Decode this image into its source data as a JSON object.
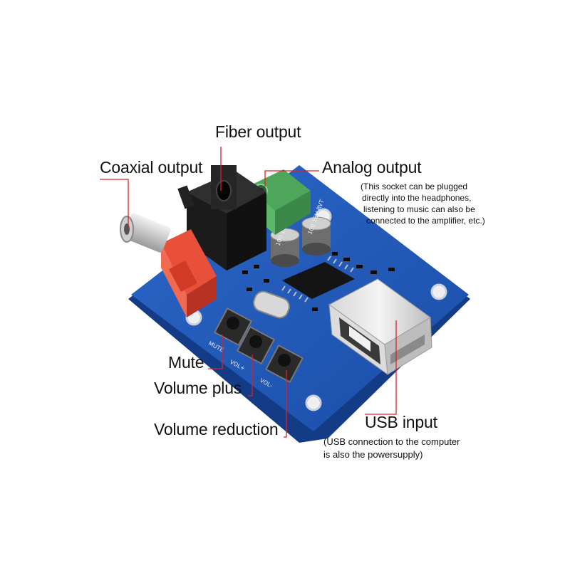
{
  "labels": {
    "fiber_output": "Fiber output",
    "coaxial_output": "Coaxial output",
    "analog_output": "Analog output",
    "analog_note": [
      "(This socket can be plugged",
      "directly into the headphones,",
      "listening to music can also be",
      "connected to the amplifier, etc.)"
    ],
    "mute": "Mute",
    "volume_plus": "Volume plus",
    "volume_reduction": "Volume reduction",
    "usb_input": "USB input",
    "usb_note": [
      "(USB connection to the computer",
      "is also the powersupply)"
    ]
  },
  "board_text": {
    "mute": "MUTE",
    "vol_plus": "VOL+",
    "vol_minus": "VOL-",
    "cap": "100 16V RVT"
  },
  "colors": {
    "pcb": "#1f57b8",
    "leader_line": "#e02020",
    "coax_connector": "#e8503a"
  }
}
